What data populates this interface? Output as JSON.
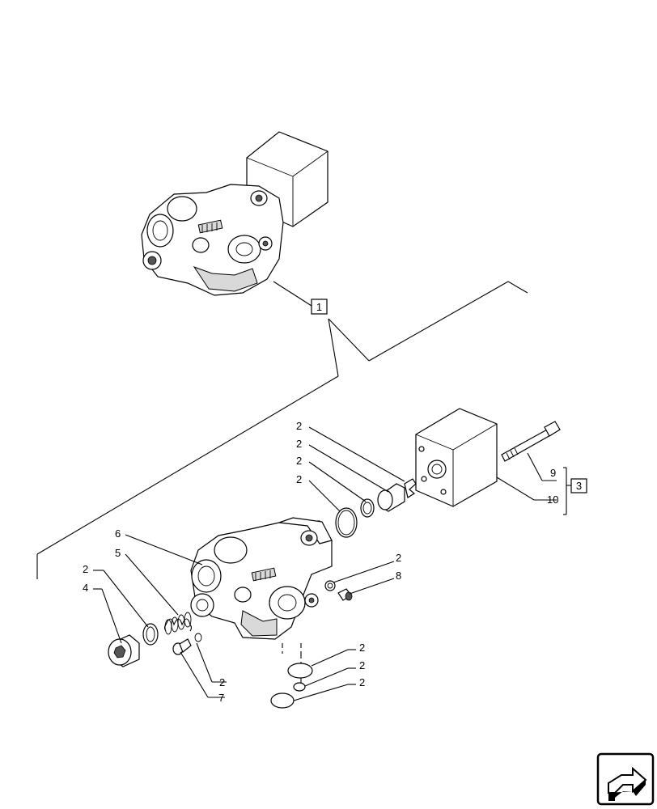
{
  "callouts": {
    "c1": "1",
    "c3": "3",
    "n2a": "2",
    "n2b": "2",
    "n2c": "2",
    "n2d": "2",
    "n2e": "2",
    "n2f": "2",
    "n2g": "2",
    "n2h": "2",
    "n2i": "2",
    "n2j": "2",
    "n4": "4",
    "n5": "5",
    "n6": "6",
    "n7": "7",
    "n8": "8",
    "n9": "9",
    "n10": "10"
  },
  "icons": {
    "nav": "next-page-arrow-icon"
  }
}
